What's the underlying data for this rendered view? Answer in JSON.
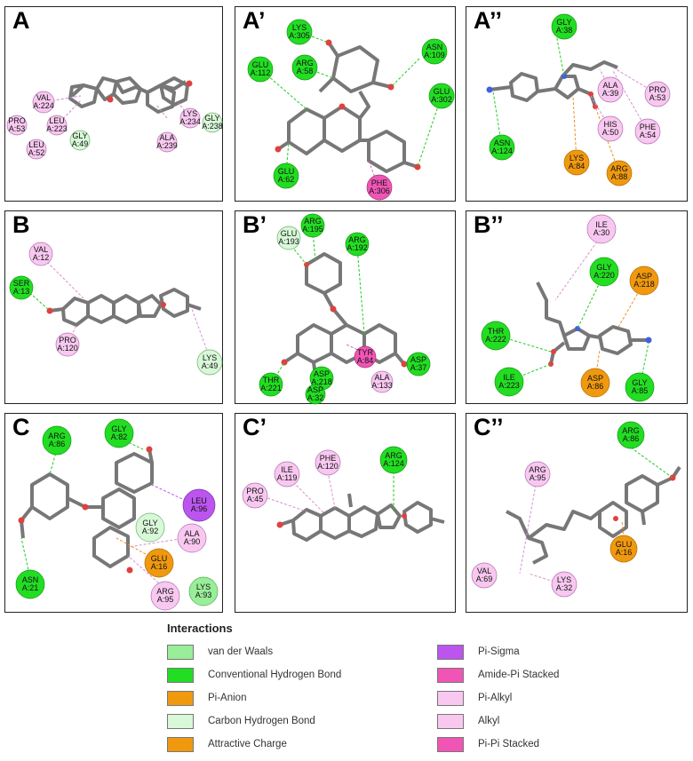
{
  "panels": {
    "A": {
      "label": "A",
      "residues": [
        "VAL A:224",
        "PRO A:53",
        "LEU A:223",
        "LEU A:52",
        "GLY A:49",
        "LYS A:234",
        "ALA A:239",
        "GLY A:238"
      ]
    },
    "A1": {
      "label": "A’",
      "residues": [
        "LYS A:305",
        "GLU A:112",
        "ARG A:58",
        "ASN A:109",
        "GLU A:302",
        "GLU A:62",
        "PHE A:306"
      ]
    },
    "A2": {
      "label": "A’’",
      "residues": [
        "GLY A:38",
        "ALA A:39",
        "PRO A:53",
        "HIS A:50",
        "PHE A:54",
        "ASN A:124",
        "LYS A:84",
        "ARG A:88"
      ]
    },
    "B": {
      "label": "B",
      "residues": [
        "VAL A:12",
        "SER A:13",
        "PRO A:120",
        "LYS A:49"
      ]
    },
    "B1": {
      "label": "B’",
      "residues": [
        "ARG A:195",
        "GLU A:193",
        "ARG A:192",
        "TYR A:84",
        "THR A:221",
        "ASP A:218",
        "ALA A:133",
        "ASP A:37",
        "ASP A:32"
      ]
    },
    "B2": {
      "label": "B’’",
      "residues": [
        "ILE A:30",
        "GLY A:220",
        "ASP A:218",
        "THR A:222",
        "ILE A:223",
        "ASP A:86",
        "GLY A:85"
      ]
    },
    "C": {
      "label": "C",
      "residues": [
        "ARG A:86",
        "GLY A:82",
        "LEU A:96",
        "GLY A:92",
        "ALA A:90",
        "GLU A:16",
        "ASN A:21",
        "ARG A:95",
        "LYS A:93"
      ]
    },
    "C1": {
      "label": "C’",
      "residues": [
        "PHE A:120",
        "ILE A:119",
        "ARG A:124",
        "PRO A:45"
      ]
    },
    "C2": {
      "label": "C’’",
      "residues": [
        "ARG A:86",
        "ARG A:95",
        "GLU A:16",
        "VAL A:69",
        "LYS A:32"
      ]
    }
  },
  "legend": {
    "title": "Interactions",
    "items": [
      {
        "label": "van der Waals",
        "color": "#99ee99"
      },
      {
        "label": "Conventional Hydrogen Bond",
        "color": "#22dd22"
      },
      {
        "label": "Pi-Anion",
        "color": "#f0990f"
      },
      {
        "label": "Carbon Hydrogen Bond",
        "color": "#d8f8d8"
      },
      {
        "label": "Attractive Charge",
        "color": "#f0990f"
      },
      {
        "label": "Pi-Sigma",
        "color": "#bb55ee"
      },
      {
        "label": "Amide-Pi Stacked",
        "color": "#f055b5"
      },
      {
        "label": "Pi-Alkyl",
        "color": "#f8c8f0"
      },
      {
        "label": "Alkyl",
        "color": "#f8c8f0"
      },
      {
        "label": "Pi-Pi Stacked",
        "color": "#f055b5"
      }
    ]
  }
}
